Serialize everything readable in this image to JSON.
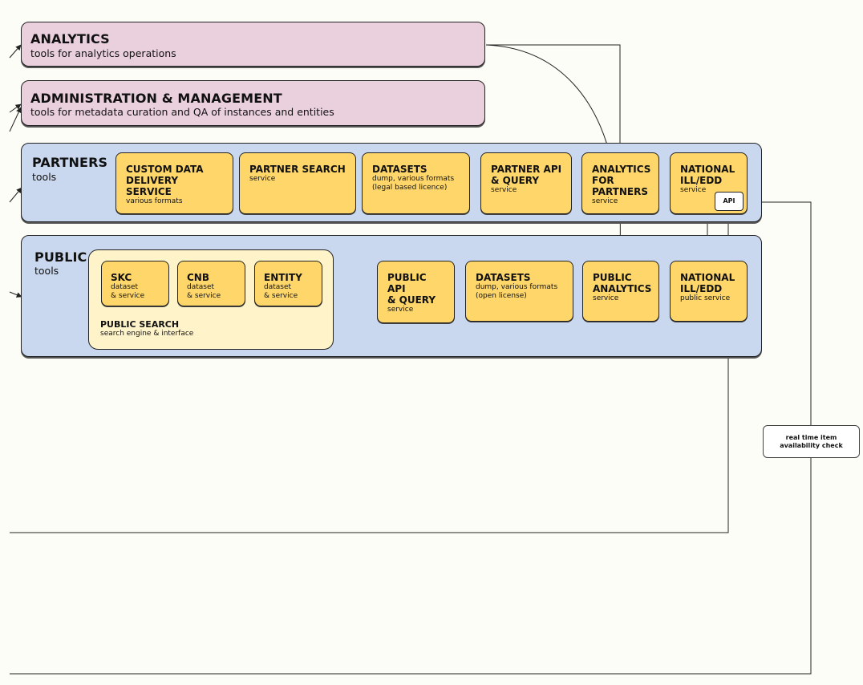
{
  "analytics": {
    "title": "ANALYTICS",
    "subtitle": "tools for analytics operations"
  },
  "administration": {
    "title": "ADMINISTRATION & MANAGEMENT",
    "subtitle": "tools for metadata curation and QA of instances and entities"
  },
  "partners": {
    "title": "PARTNERS",
    "subtitle": "tools",
    "cards": [
      {
        "title": "CUSTOM DATA\nDELIVERY SERVICE",
        "subtitle": "various formats"
      },
      {
        "title": "PARTNER SEARCH",
        "subtitle": "service"
      },
      {
        "title": "DATASETS",
        "subtitle": "dump, various formats\n(legal based licence)"
      },
      {
        "title": "PARTNER API\n& QUERY",
        "subtitle": "service"
      },
      {
        "title": "ANALYTICS\nFOR\nPARTNERS",
        "subtitle": "service"
      },
      {
        "title": "NATIONAL\nILL/EDD",
        "subtitle": "service"
      }
    ],
    "api_badge": "API"
  },
  "public": {
    "title": "PUBLIC",
    "subtitle": "tools",
    "search": {
      "title": "PUBLIC SEARCH",
      "subtitle": "search engine & interface",
      "cards": [
        {
          "title": "SKC",
          "subtitle": "dataset\n& service"
        },
        {
          "title": "CNB",
          "subtitle": "dataset\n& service"
        },
        {
          "title": "ENTITY",
          "subtitle": "dataset\n& service"
        }
      ]
    },
    "cards": [
      {
        "title": "PUBLIC API\n& QUERY",
        "subtitle": "service"
      },
      {
        "title": "DATASETS",
        "subtitle": "dump, various formats\n(open license)"
      },
      {
        "title": "PUBLIC\nANALYTICS",
        "subtitle": "service"
      },
      {
        "title": "NATIONAL\nILL/EDD",
        "subtitle": "public service"
      }
    ]
  },
  "note": "real time item\navailability check"
}
